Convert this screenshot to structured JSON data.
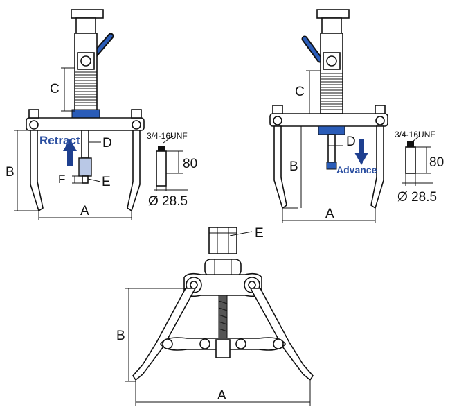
{
  "diagram_left": {
    "label_c": "C",
    "label_b": "B",
    "label_a": "A",
    "label_d": "D",
    "label_f": "F",
    "label_e": "E",
    "action": "Retract",
    "thread": "3/4-16UNF",
    "length": "80",
    "diameter": "Ø 28.5"
  },
  "diagram_right": {
    "label_c": "C",
    "label_b": "B",
    "label_a": "A",
    "label_d": "D",
    "action": "Advance",
    "thread": "3/4-16UNF",
    "length": "80",
    "diameter": "Ø 28.5"
  },
  "diagram_bottom": {
    "label_e": "E",
    "label_b": "B",
    "label_a": "A"
  },
  "colors": {
    "accent_blue": "#2a5cb8",
    "arrow_blue": "#1e3f8f"
  }
}
